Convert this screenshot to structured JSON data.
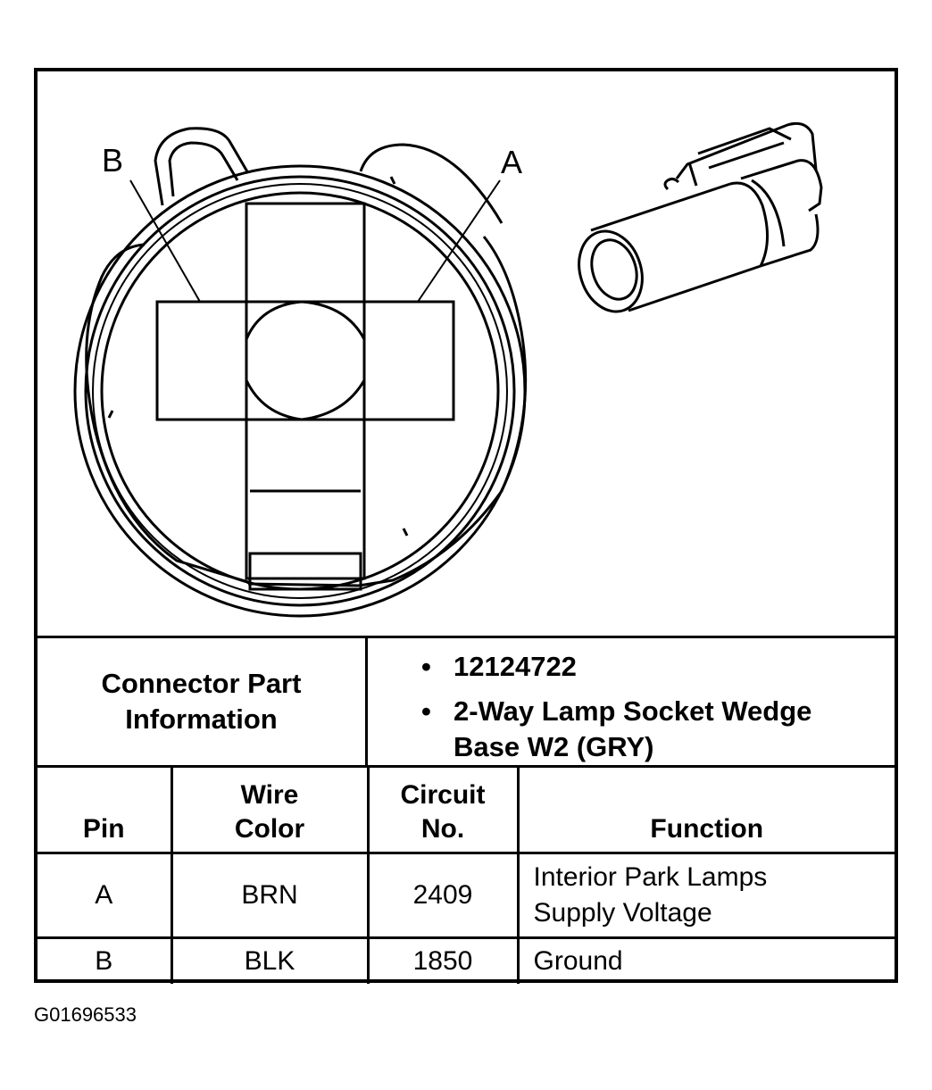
{
  "diagram": {
    "pin_labels": {
      "a": "A",
      "b": "B"
    }
  },
  "connector_info": {
    "label_line1": "Connector Part",
    "label_line2": "Information",
    "part_number": "12124722",
    "description_line1": "2-Way Lamp Socket Wedge",
    "description_line2": "Base W2 (GRY)",
    "bullet": "•"
  },
  "table": {
    "headers": {
      "pin": "Pin",
      "wire_color_line1": "Wire",
      "wire_color_line2": "Color",
      "circuit_line1": "Circuit",
      "circuit_line2": "No.",
      "function": "Function"
    },
    "rows": [
      {
        "pin": "A",
        "wire_color": "BRN",
        "circuit": "2409",
        "function_line1": "Interior Park Lamps",
        "function_line2": "Supply Voltage"
      },
      {
        "pin": "B",
        "wire_color": "BLK",
        "circuit": "1850",
        "function_line1": "Ground",
        "function_line2": ""
      }
    ]
  },
  "figure_id": "G01696533"
}
